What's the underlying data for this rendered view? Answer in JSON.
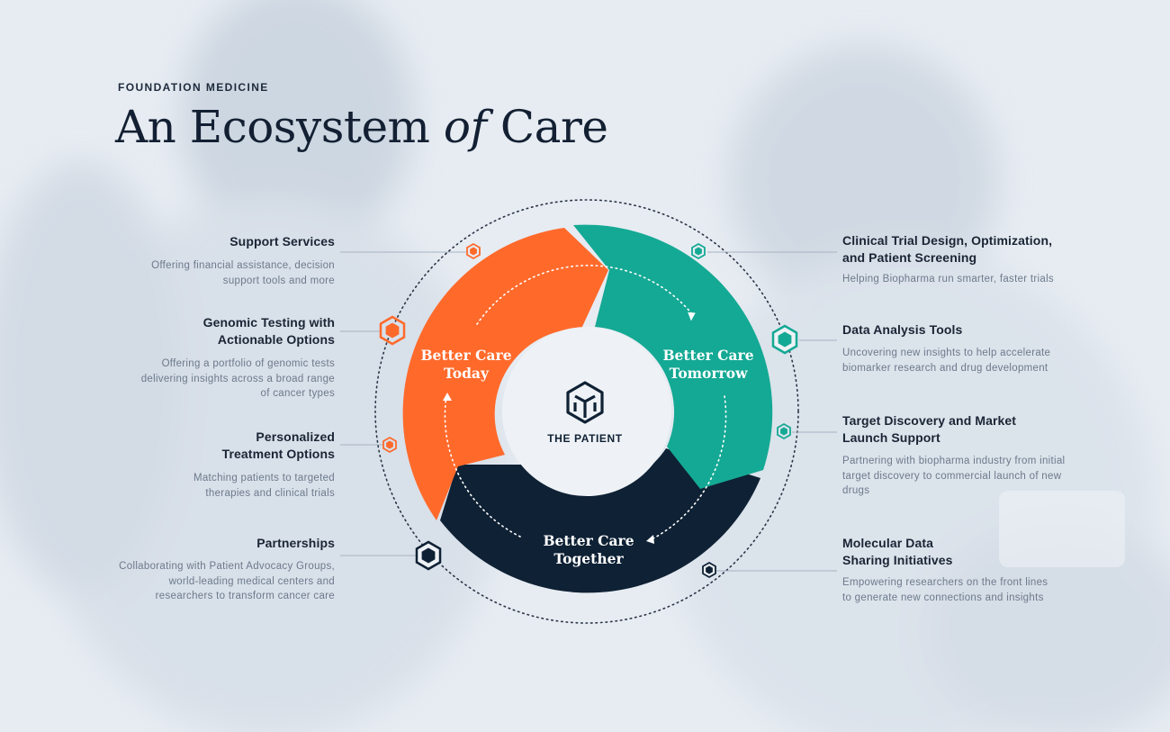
{
  "header": {
    "eyebrow": "FOUNDATION MEDICINE",
    "title_part1": "An Ecosystem ",
    "title_of": "of",
    "title_part2": " Care"
  },
  "center": {
    "label": "THE PATIENT",
    "logo_icon": "hexagon-logo-icon"
  },
  "segments": [
    {
      "line1": "Better Care",
      "line2": "Today",
      "color": "#ff6a2b"
    },
    {
      "line1": "Better Care",
      "line2": "Tomorrow",
      "color": "#14a994"
    },
    {
      "line1": "Better Care",
      "line2": "Together",
      "color": "#0f2134"
    }
  ],
  "left_items": [
    {
      "title": "Support Services",
      "desc": "Offering financial assistance, decision support tools and more"
    },
    {
      "title": "Genomic Testing with Actionable Options",
      "desc": "Offering a portfolio of genomic tests delivering insights across a broad range of cancer types"
    },
    {
      "title": "Personalized Treatment Options",
      "desc": "Matching patients to targeted therapies and clinical trials"
    },
    {
      "title": "Partnerships",
      "desc": "Collaborating with Patient Advocacy Groups, world-leading medical centers and researchers to transform cancer care"
    }
  ],
  "right_items": [
    {
      "title": "Clinical Trial Design, Optimization, and Patient Screening",
      "desc": "Helping Biopharma run smarter, faster trials"
    },
    {
      "title": "Data Analysis Tools",
      "desc": "Uncovering new insights to help accelerate biomarker research and drug development"
    },
    {
      "title": "Target Discovery and Market Launch Support",
      "desc": "Partnering with biopharma industry from initial target discovery to commercial launch of new drugs"
    },
    {
      "title": "Molecular Data Sharing Initiatives",
      "desc": "Empowering researchers on the front lines to generate new connections and insights"
    }
  ],
  "colors": {
    "orange": "#ff6a2b",
    "teal": "#14a994",
    "navy": "#0f2134",
    "background": "#e6ebf1"
  }
}
